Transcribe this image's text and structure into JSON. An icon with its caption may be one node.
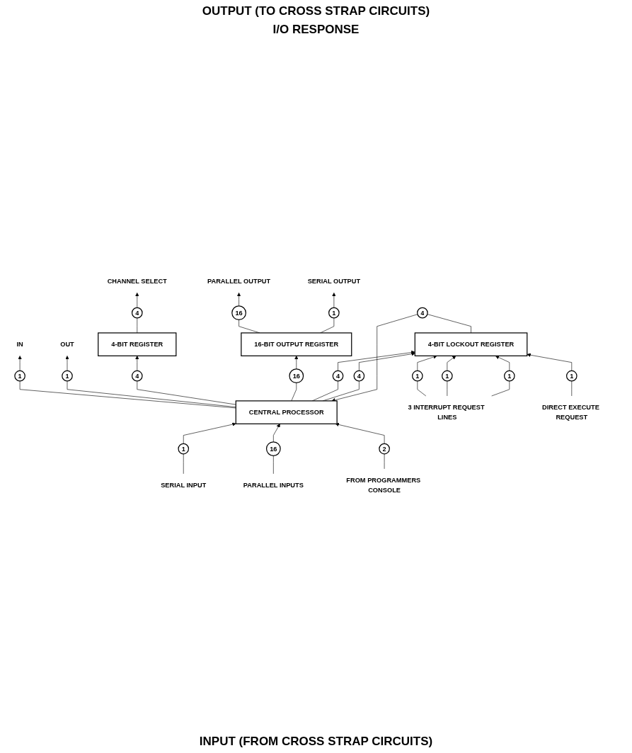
{
  "diagram": {
    "title": "OUTPUT (TO CROSS STRAP CIRCUITS)",
    "nodes": [
      {
        "text": [
          "CHANNEL SELECT"
        ]
      },
      {
        "text": [
          "PARALLEL OUTPUT"
        ]
      },
      {
        "text": [
          "SERIAL OUTPUT"
        ]
      },
      {
        "text": [
          "IN"
        ]
      },
      {
        "text": [
          "OUT"
        ]
      },
      {
        "text": [
          "4"
        ]
      },
      {
        "text": [
          "16"
        ]
      },
      {
        "text": [
          "1"
        ]
      },
      {
        "text": [
          "1"
        ]
      },
      {
        "text": [
          "1"
        ]
      },
      {
        "text": [
          "4-BIT REGISTER"
        ]
      },
      {
        "text": [
          "16-BIT OUTPUT REGISTER"
        ]
      },
      {
        "text": [
          "4"
        ]
      },
      {
        "text": [
          "16"
        ]
      },
      {
        "text": [
          "CENTRAL PROCESSOR"
        ]
      },
      {
        "text": [
          "4"
        ]
      },
      {
        "text": [
          "4"
        ]
      },
      {
        "text": [
          "4"
        ]
      },
      {
        "text": [
          "4-BIT LOCKOUT REGISTER"
        ]
      },
      {
        "text": [
          "1"
        ]
      },
      {
        "text": [
          "1"
        ]
      },
      {
        "text": [
          "1"
        ]
      },
      {
        "text": [
          "1"
        ]
      },
      {
        "text": [
          "1"
        ]
      },
      {
        "text": [
          "16"
        ]
      },
      {
        "text": [
          "2"
        ]
      },
      {
        "text": [
          "3 INTERRUPT REQUEST LINES"
        ]
      },
      {
        "text": [
          "DIRECT EXECUTE REQUEST"
        ]
      },
      {
        "text": [
          "SERIAL INPUT"
        ]
      },
      {
        "text": [
          "PARALLEL INPUTS"
        ]
      },
      {
        "text": [
          "FROM PROGRAMMERS CONSOLE"
        ]
      }
    ],
    "edges": [
      {
        "from": 10,
        "to": 5,
        "arrow": "none"
      },
      {
        "from": 5,
        "to": 0,
        "arrow": "to"
      },
      {
        "from": 11,
        "to": 6,
        "arrow": "none"
      },
      {
        "from": 6,
        "to": 1,
        "arrow": "to"
      },
      {
        "from": 11,
        "to": 7,
        "arrow": "none"
      },
      {
        "from": 7,
        "to": 2,
        "arrow": "to"
      },
      {
        "from": 14,
        "to": 8,
        "arrow": "none"
      },
      {
        "from": 8,
        "to": 3,
        "arrow": "to"
      },
      {
        "from": 14,
        "to": 9,
        "arrow": "none"
      },
      {
        "from": 9,
        "to": 4,
        "arrow": "to"
      },
      {
        "from": 14,
        "to": 12,
        "arrow": "none"
      },
      {
        "from": 12,
        "to": 10,
        "arrow": "to"
      },
      {
        "from": 14,
        "to": 13,
        "arrow": "none"
      },
      {
        "from": 13,
        "to": 11,
        "arrow": "to"
      },
      {
        "from": 18,
        "to": 15,
        "arrow": "none"
      },
      {
        "from": 15,
        "to": 14,
        "arrow": "to"
      },
      {
        "from": 14,
        "to": 16,
        "arrow": "none"
      },
      {
        "from": 16,
        "to": 18,
        "arrow": "to"
      },
      {
        "from": 14,
        "to": 17,
        "arrow": "none"
      },
      {
        "from": 17,
        "to": 18,
        "arrow": "to"
      },
      {
        "from": 26,
        "to": 19,
        "arrow": "none"
      },
      {
        "from": 26,
        "to": 20,
        "arrow": "none"
      },
      {
        "from": 26,
        "to": 21,
        "arrow": "none"
      },
      {
        "from": 19,
        "to": 18,
        "arrow": "to"
      },
      {
        "from": 20,
        "to": 18,
        "arrow": "to"
      },
      {
        "from": 21,
        "to": 18,
        "arrow": "to"
      },
      {
        "from": 27,
        "to": 22,
        "arrow": "none"
      },
      {
        "from": 22,
        "to": 18,
        "arrow": "to"
      },
      {
        "from": 28,
        "to": 23,
        "arrow": "none"
      },
      {
        "from": 23,
        "to": 14,
        "arrow": "to"
      },
      {
        "from": 29,
        "to": 24,
        "arrow": "none"
      },
      {
        "from": 24,
        "to": 14,
        "arrow": "to"
      },
      {
        "from": 30,
        "to": 25,
        "arrow": "none"
      },
      {
        "from": 25,
        "to": 14,
        "arrow": "to"
      }
    ],
    "labels": [
      "I/O RESPONSE",
      "INPUT (FROM CROSS STRAP CIRCUITS)"
    ]
  }
}
